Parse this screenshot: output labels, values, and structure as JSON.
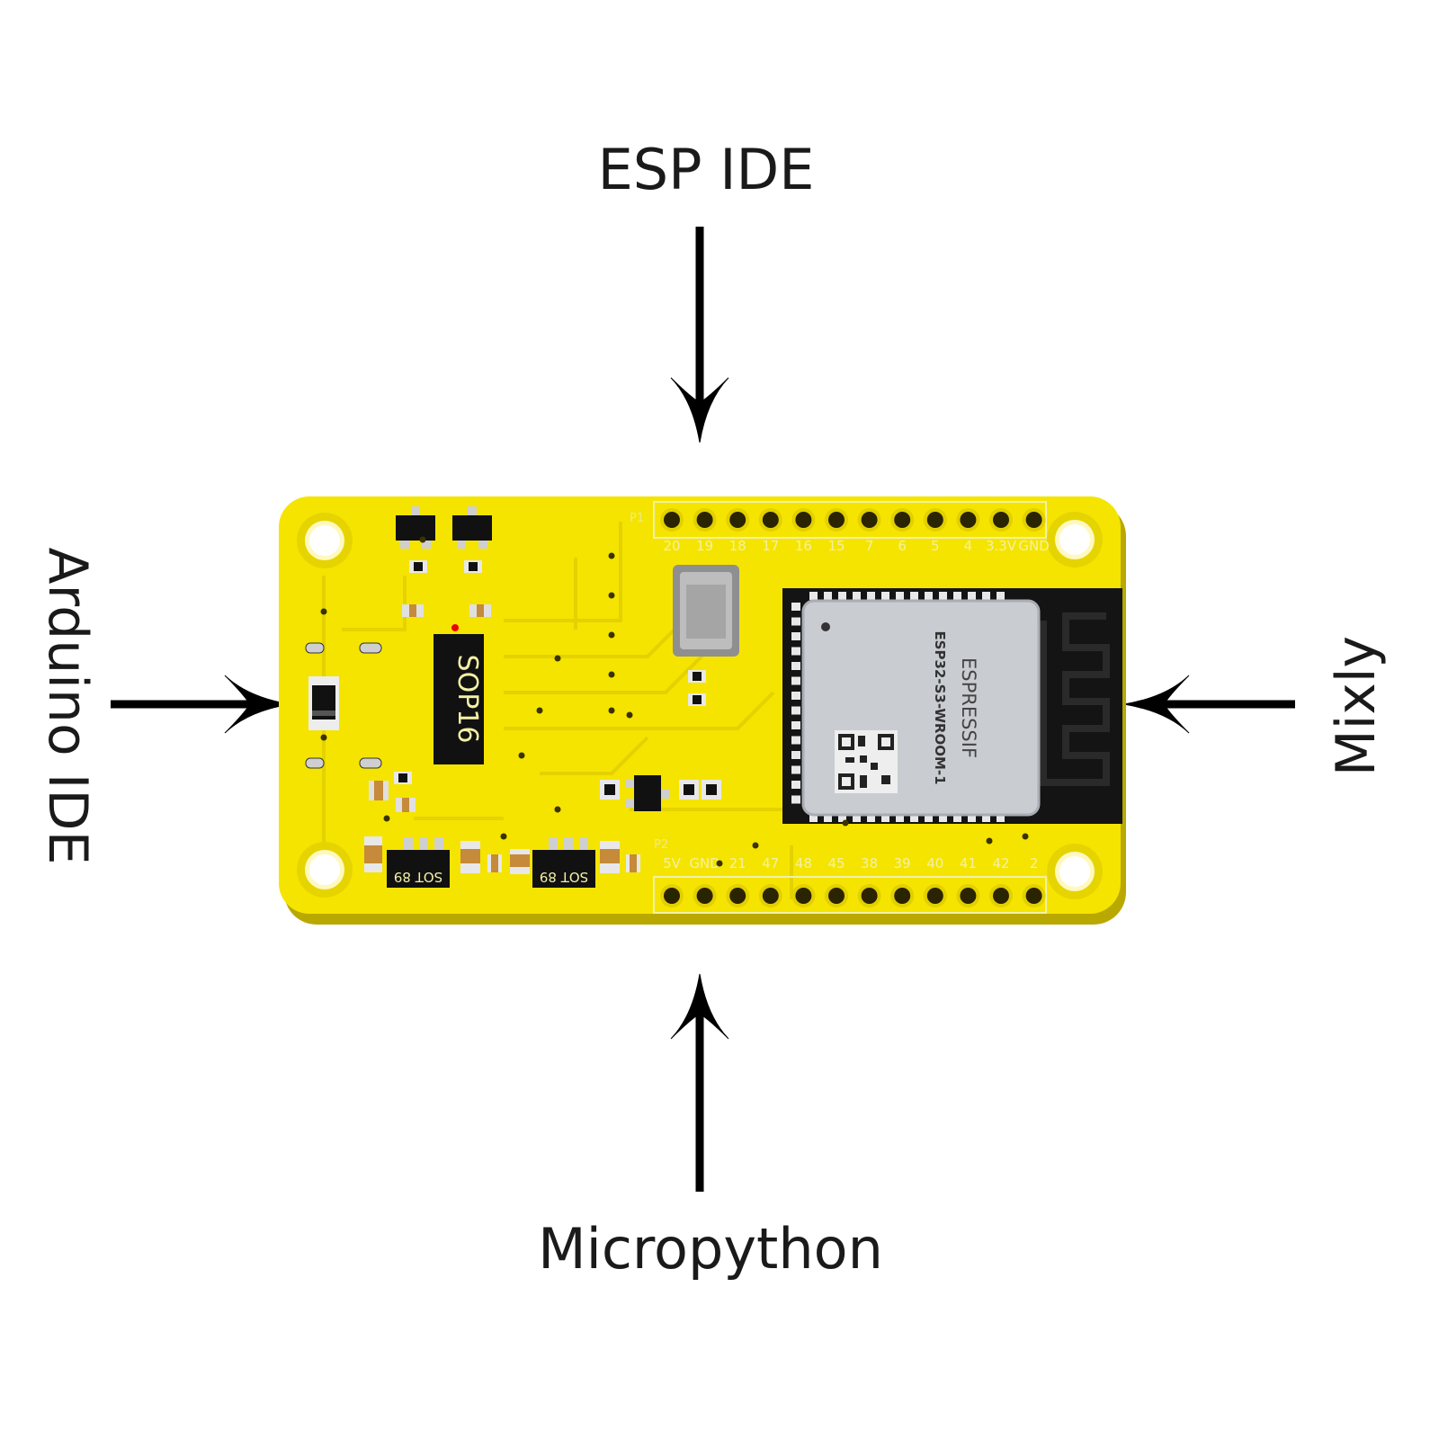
{
  "labels": {
    "top": "ESP IDE",
    "left": "Arduino IDE",
    "right": "Mixly",
    "bottom": "Micropython"
  },
  "board": {
    "header_p1_id": "P1",
    "header_p2_id": "P2",
    "top_pins": [
      "20",
      "19",
      "18",
      "17",
      "16",
      "15",
      "7",
      "6",
      "5",
      "4",
      "3.3V",
      "GND"
    ],
    "bottom_pins": [
      "5V",
      "GND",
      "21",
      "47",
      "48",
      "45",
      "38",
      "39",
      "40",
      "41",
      "42",
      "2"
    ],
    "sop_chip": "SOP16",
    "sot_chip": "SOT 89",
    "module_brand": "ESPRESSIF",
    "module_model": "ESP32-S3-WROOM-1",
    "colors": {
      "pcb": "#f5e400",
      "module_shield": "#c9ccd1",
      "ic": "#111111"
    }
  }
}
